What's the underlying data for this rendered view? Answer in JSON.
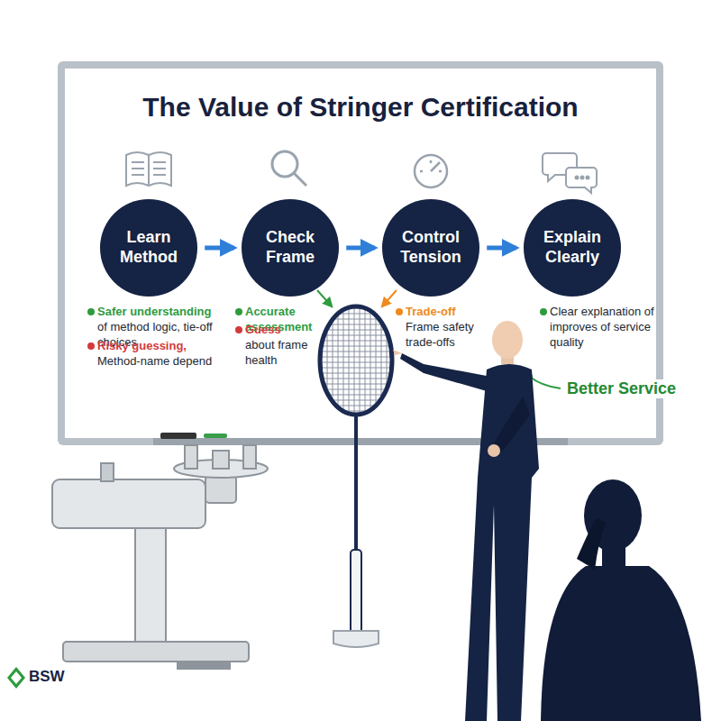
{
  "diagram": {
    "title": "The Value of Stringer Certification",
    "nodes": [
      {
        "text": [
          "Learn Method"
        ]
      },
      {
        "text": [
          "Check Frame"
        ]
      },
      {
        "text": [
          "Control Tension"
        ]
      },
      {
        "text": [
          "Explain Clearly"
        ]
      }
    ],
    "edges": [
      {
        "from": 0,
        "to": 1,
        "arrow": "to"
      },
      {
        "from": 1,
        "to": 2,
        "arrow": "to"
      },
      {
        "from": 2,
        "to": 3,
        "arrow": "to"
      }
    ],
    "labels": [
      "Safer understanding",
      "of method logic, tie-off choices",
      "Risky guessing,",
      "Method-name depend",
      "Accurate assessment",
      "Guess",
      "about frame health",
      "Trade-off",
      "Frame safety trade-offs",
      "Clear explanation of improves of service quality",
      "Better Service",
      "BSW"
    ]
  }
}
